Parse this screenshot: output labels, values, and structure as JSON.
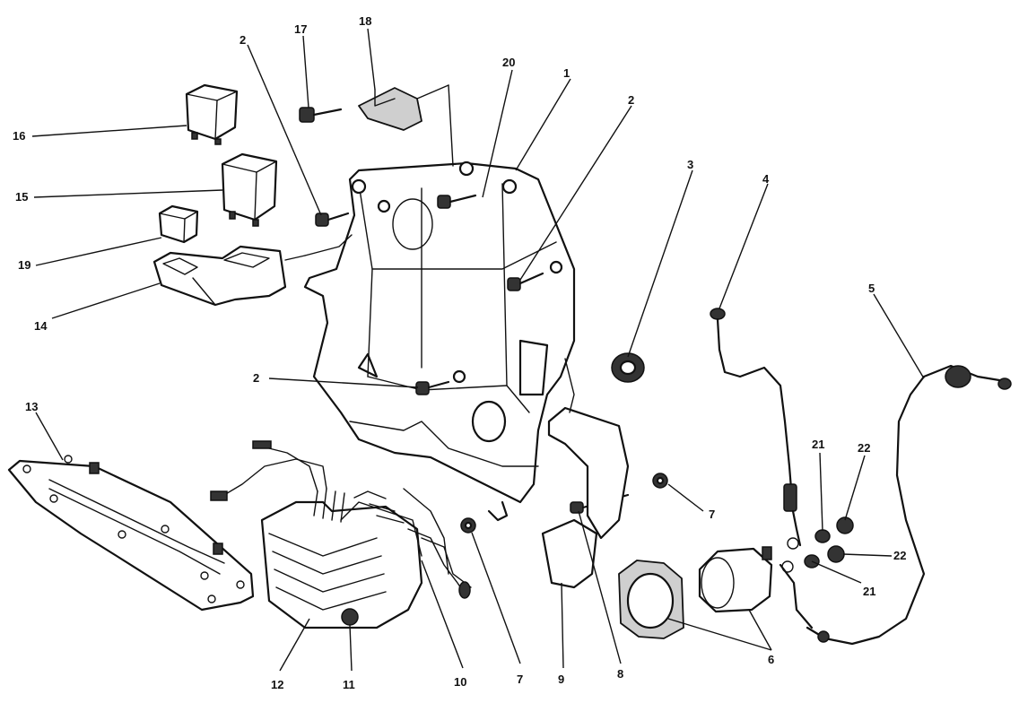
{
  "callouts": [
    "1",
    "2",
    "2",
    "2",
    "3",
    "4",
    "5",
    "6",
    "7",
    "7",
    "8",
    "9",
    "10",
    "11",
    "12",
    "13",
    "14",
    "15",
    "16",
    "17",
    "18",
    "19",
    "20",
    "21",
    "21",
    "22",
    "22"
  ],
  "ink_color": "#111111",
  "background_color": "#ffffff"
}
